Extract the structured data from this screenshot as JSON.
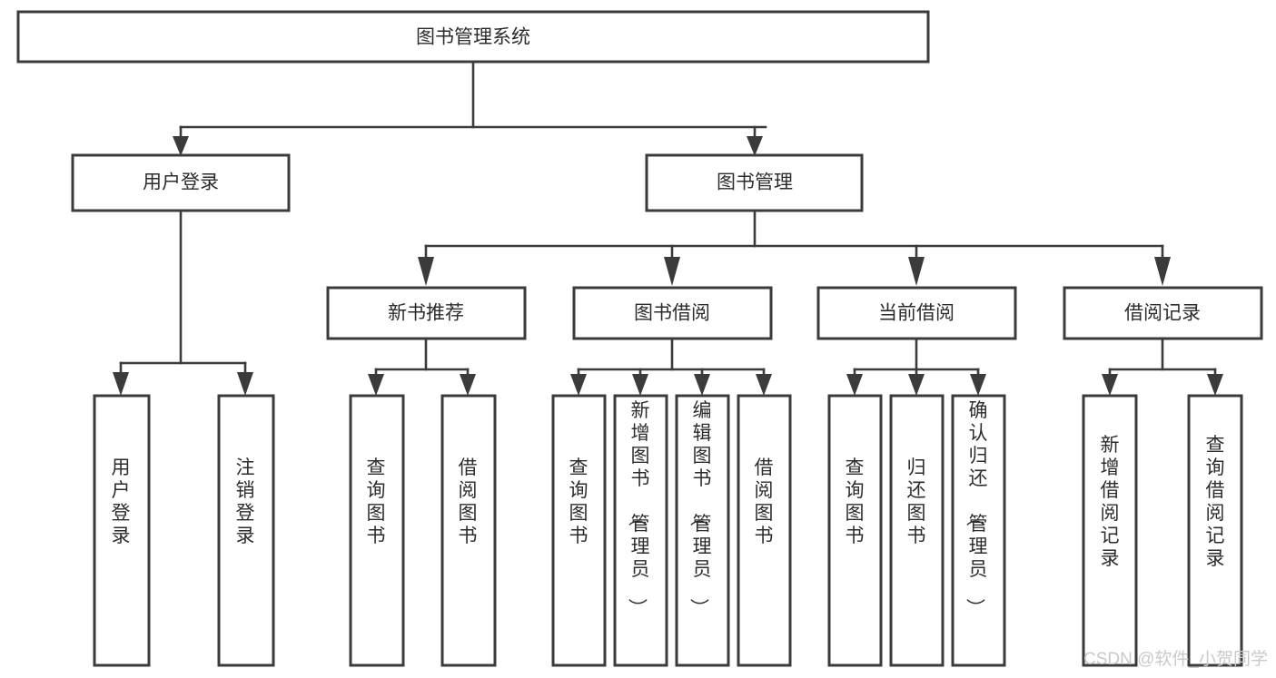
{
  "diagram": {
    "type": "hierarchy-tree",
    "title": "图书管理系统",
    "orientation": "top-down",
    "nodes": {
      "root": {
        "label": "图书管理系统",
        "level": 0
      },
      "level1": [
        {
          "id": "user-login",
          "label": "用户登录"
        },
        {
          "id": "book-management",
          "label": "图书管理"
        }
      ],
      "level2": [
        {
          "id": "new-book-recommend",
          "label": "新书推荐",
          "parent": "book-management"
        },
        {
          "id": "book-borrow",
          "label": "图书借阅",
          "parent": "book-management"
        },
        {
          "id": "current-borrow",
          "label": "当前借阅",
          "parent": "book-management"
        },
        {
          "id": "borrow-record",
          "label": "借阅记录",
          "parent": "book-management"
        }
      ],
      "leaves": [
        {
          "id": "leaf-user-login",
          "label": "用户登录",
          "parent": "user-login"
        },
        {
          "id": "leaf-logout-login",
          "label": "注销登录",
          "parent": "user-login"
        },
        {
          "id": "leaf-query-book-1",
          "label": "查询图书",
          "parent": "new-book-recommend"
        },
        {
          "id": "leaf-borrow-book-1",
          "label": "借阅图书",
          "parent": "new-book-recommend"
        },
        {
          "id": "leaf-query-book-2",
          "label": "查询图书",
          "parent": "book-borrow"
        },
        {
          "id": "leaf-add-book",
          "label": "新增图书（管理员）",
          "parent": "book-borrow"
        },
        {
          "id": "leaf-edit-book",
          "label": "编辑图书（管理员）",
          "parent": "book-borrow"
        },
        {
          "id": "leaf-borrow-book-2",
          "label": "借阅图书",
          "parent": "book-borrow"
        },
        {
          "id": "leaf-query-book-3",
          "label": "查询图书",
          "parent": "current-borrow"
        },
        {
          "id": "leaf-return-book",
          "label": "归还图书",
          "parent": "current-borrow"
        },
        {
          "id": "leaf-confirm-return",
          "label": "确认归还（管理员）",
          "parent": "current-borrow"
        },
        {
          "id": "leaf-add-record",
          "label": "新增借阅记录",
          "parent": "borrow-record"
        },
        {
          "id": "leaf-query-record",
          "label": "查询借阅记录",
          "parent": "borrow-record"
        }
      ]
    },
    "colors": {
      "box_stroke": "#3b3b3b",
      "box_fill": "#ffffff",
      "text": "#2c2c2c",
      "connector": "#3b3b3b",
      "watermark": "#c9c9c9",
      "background": "#ffffff"
    }
  },
  "watermark": {
    "text": "CSDN @软件_小贺同学"
  }
}
